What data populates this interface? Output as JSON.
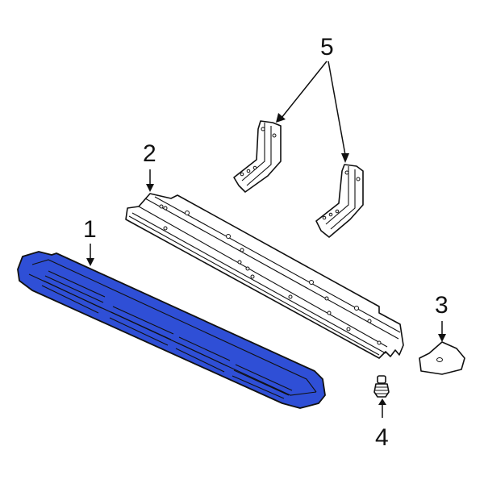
{
  "diagram": {
    "type": "exploded parts diagram",
    "highlight_color": "#2f4fd6",
    "line_color": "#111111",
    "background": "#ffffff",
    "parts": [
      {
        "callout": "1",
        "name": "running-board",
        "highlighted": true
      },
      {
        "callout": "2",
        "name": "step-support-rail",
        "highlighted": false
      },
      {
        "callout": "3",
        "name": "end-cap",
        "highlighted": false
      },
      {
        "callout": "4",
        "name": "fastener-bolt",
        "highlighted": false
      },
      {
        "callout": "5",
        "name": "mounting-brackets",
        "highlighted": false,
        "count": 2
      }
    ]
  }
}
